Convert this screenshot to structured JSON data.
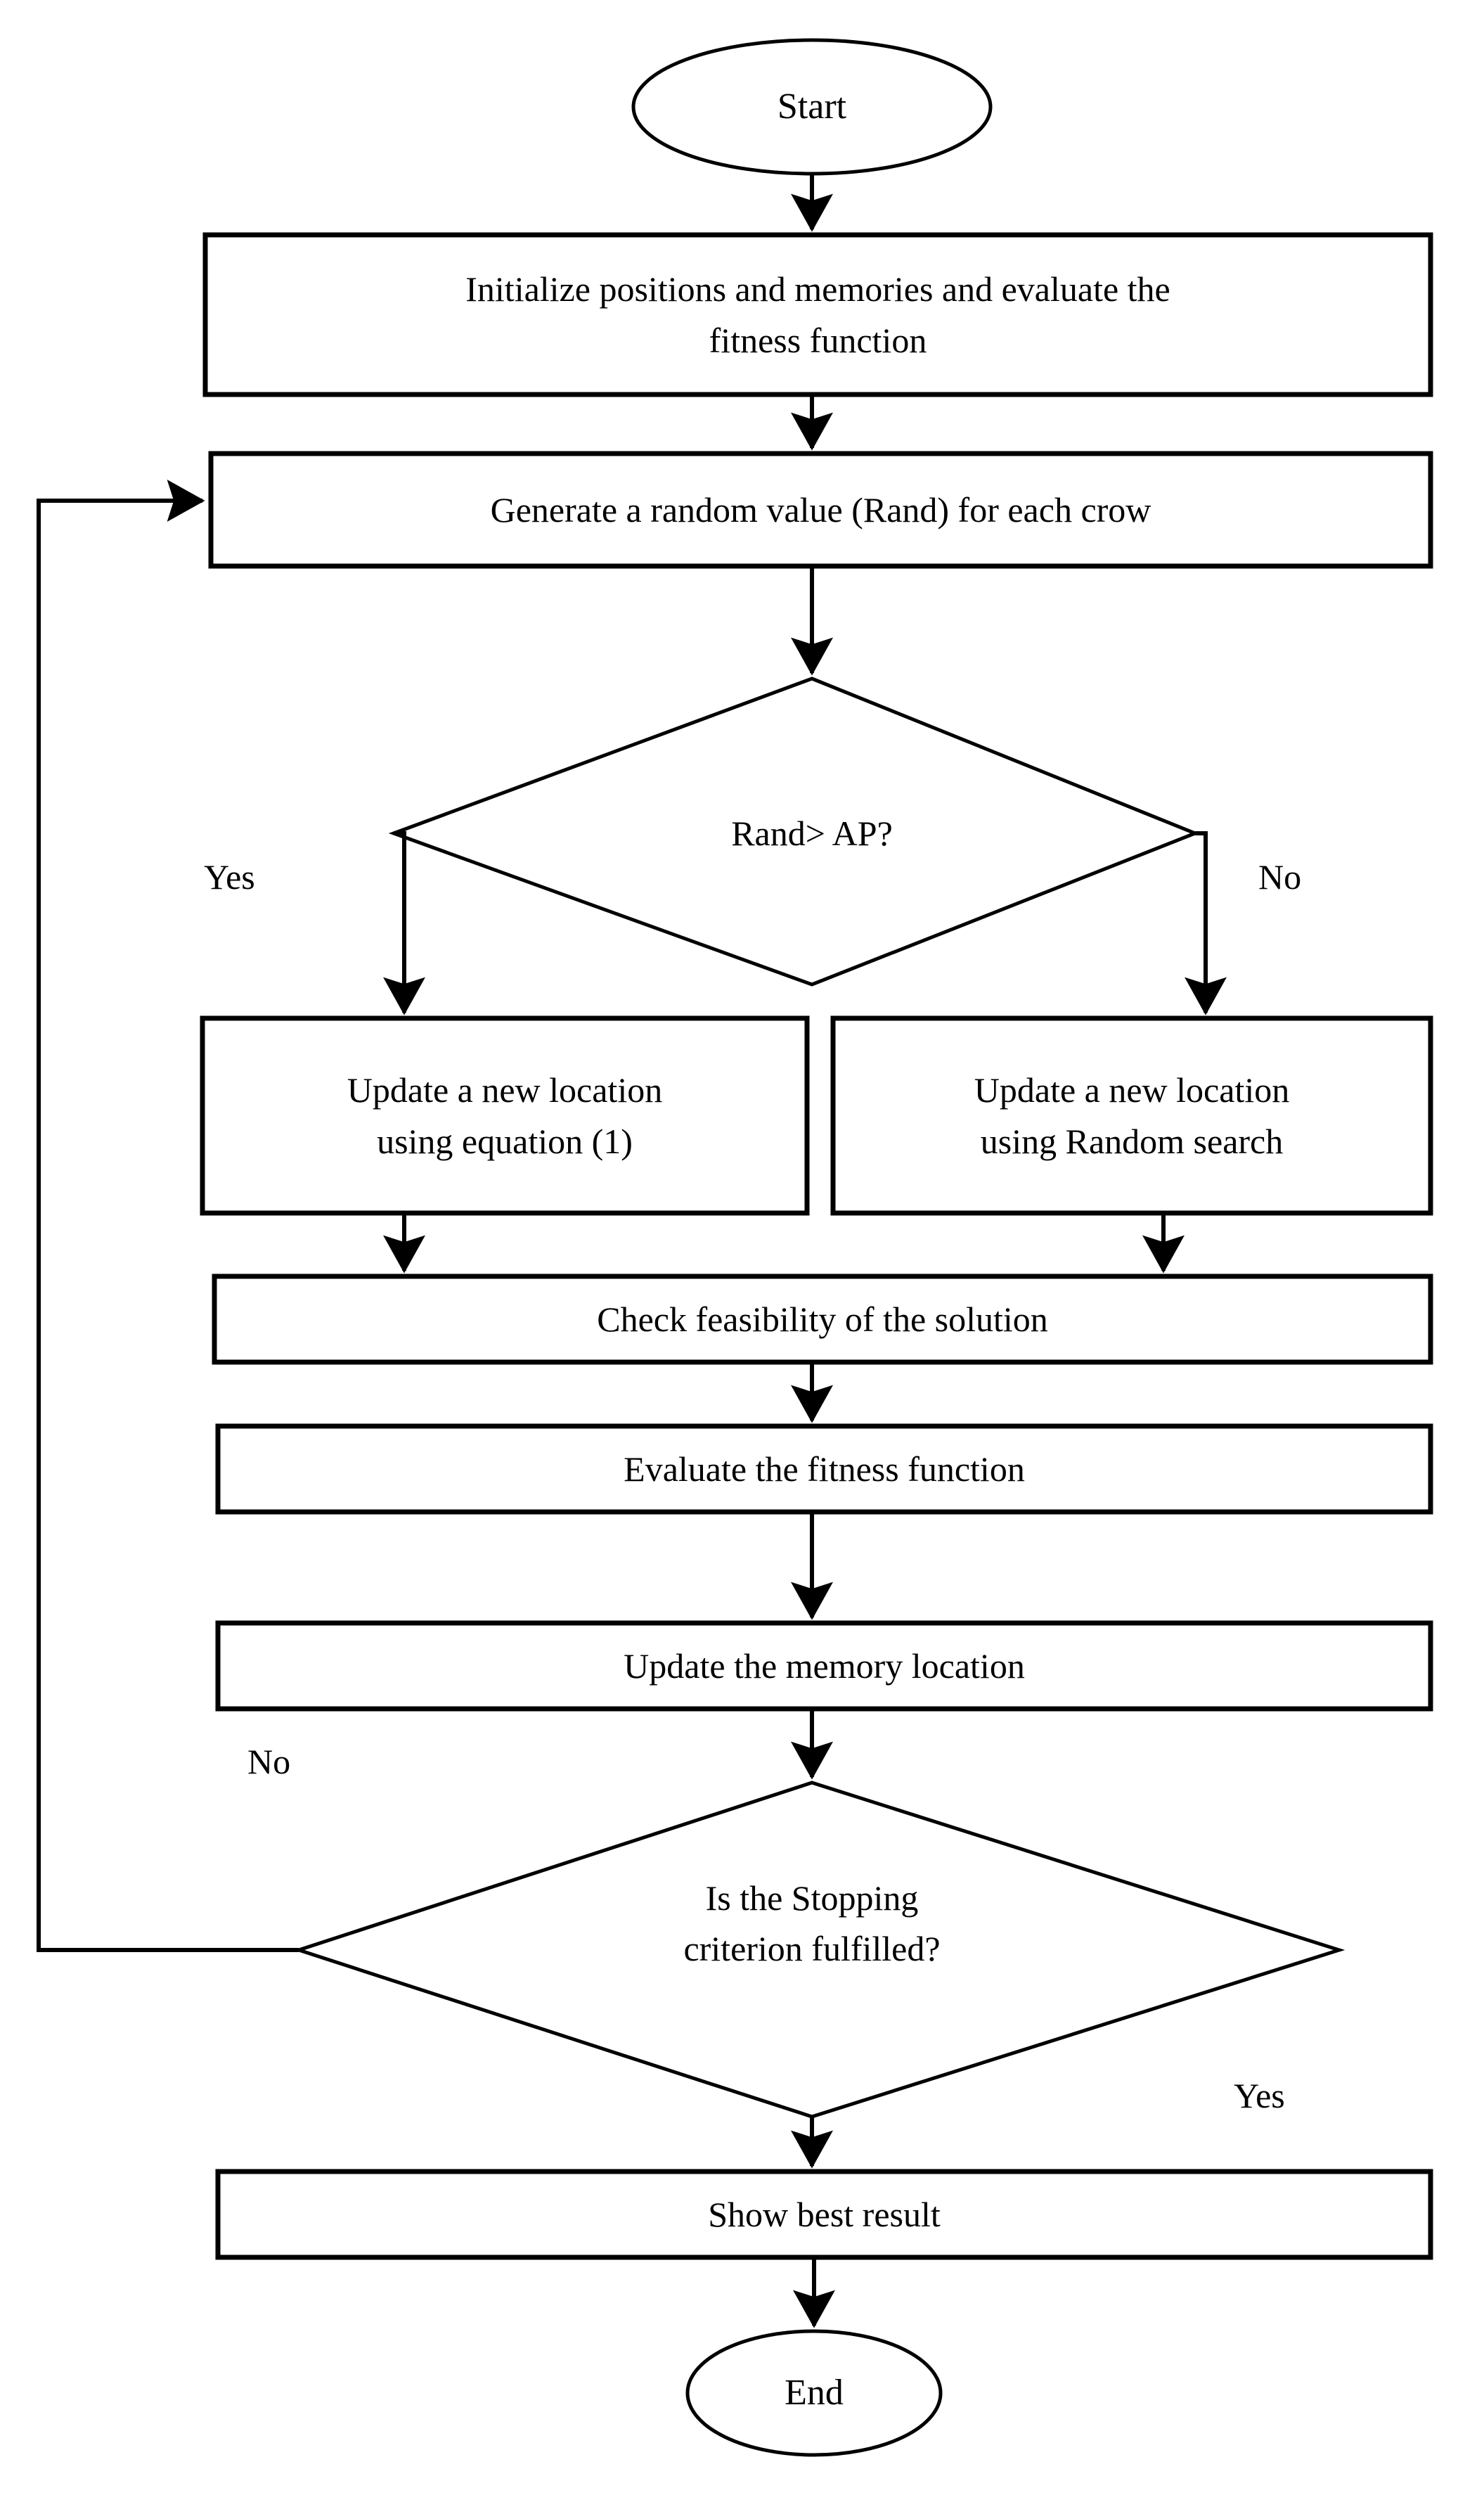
{
  "diagram": {
    "title": "Crow Search Algorithm Flowchart",
    "type": "flowchart",
    "background_color": "#ffffff",
    "stroke_color": "#000000",
    "text_color": "#000000"
  },
  "nodes": {
    "start": {
      "shape": "ellipse",
      "label": "Start"
    },
    "initialize": {
      "shape": "rectangle",
      "label": "Initialize  positions and memories  and evaluate the\nfitness function"
    },
    "generate_rand": {
      "shape": "rectangle",
      "label": "Generate  a random value (Rand) for each crow"
    },
    "decision_rand_ap": {
      "shape": "diamond",
      "label": "Rand> AP?"
    },
    "update_equation": {
      "shape": "rectangle",
      "label": "Update a new location\nusing equation (1)"
    },
    "update_random_search": {
      "shape": "rectangle",
      "label": "Update a new location\nusing Random  search"
    },
    "check_feasibility": {
      "shape": "rectangle",
      "label": "Check feasibility  of the solution"
    },
    "evaluate_fitness": {
      "shape": "rectangle",
      "label": "Evaluate the fitness function"
    },
    "update_memory": {
      "shape": "rectangle",
      "label": "Update the memory location"
    },
    "decision_stopping": {
      "shape": "diamond",
      "label": "Is the Stopping\ncriterion  fulfilled?"
    },
    "show_best_result": {
      "shape": "rectangle",
      "label": "Show best result"
    },
    "end": {
      "shape": "ellipse",
      "label": "End"
    }
  },
  "edge_labels": {
    "rand_ap_yes": "Yes",
    "rand_ap_no": "No",
    "stopping_no": "No",
    "stopping_yes": "Yes"
  }
}
